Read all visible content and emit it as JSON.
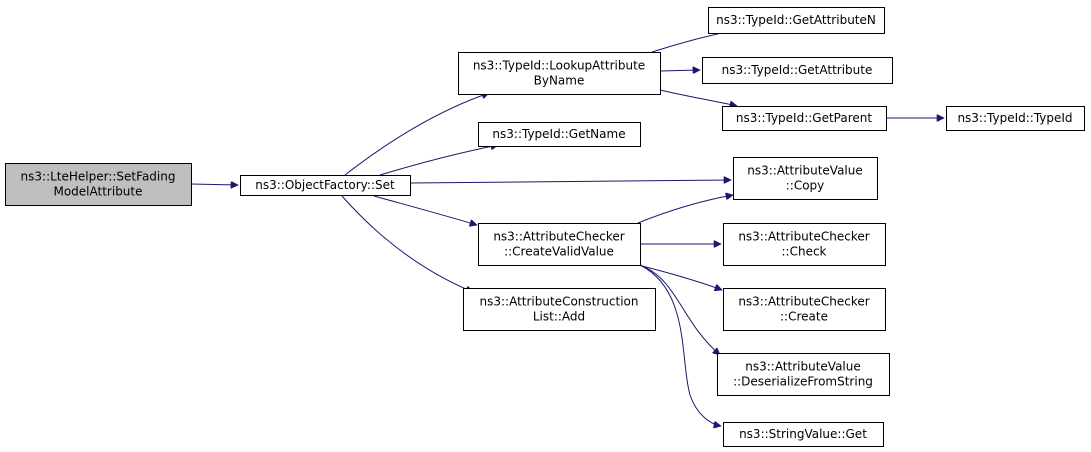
{
  "graph": {
    "nodes": [
      {
        "id": "lte",
        "lines": [
          "ns3::LteHelper::SetFading",
          "ModelAttribute"
        ],
        "root": true
      },
      {
        "id": "set",
        "lines": [
          "ns3::ObjectFactory::Set"
        ]
      },
      {
        "id": "lookup",
        "lines": [
          "ns3::TypeId::LookupAttribute",
          "ByName"
        ]
      },
      {
        "id": "getname",
        "lines": [
          "ns3::TypeId::GetName"
        ]
      },
      {
        "id": "createvalid",
        "lines": [
          "ns3::AttributeChecker",
          "::CreateValidValue"
        ]
      },
      {
        "id": "listadd",
        "lines": [
          "ns3::AttributeConstruction",
          "List::Add"
        ]
      },
      {
        "id": "getattrn",
        "lines": [
          "ns3::TypeId::GetAttributeN"
        ]
      },
      {
        "id": "getattr",
        "lines": [
          "ns3::TypeId::GetAttribute"
        ]
      },
      {
        "id": "getparent",
        "lines": [
          "ns3::TypeId::GetParent"
        ]
      },
      {
        "id": "typeid",
        "lines": [
          "ns3::TypeId::TypeId"
        ]
      },
      {
        "id": "copy",
        "lines": [
          "ns3::AttributeValue",
          "::Copy"
        ]
      },
      {
        "id": "check",
        "lines": [
          "ns3::AttributeChecker",
          "::Check"
        ]
      },
      {
        "id": "create",
        "lines": [
          "ns3::AttributeChecker",
          "::Create"
        ]
      },
      {
        "id": "deser",
        "lines": [
          "ns3::AttributeValue",
          "::DeserializeFromString"
        ]
      },
      {
        "id": "strget",
        "lines": [
          "ns3::StringValue::Get"
        ]
      }
    ],
    "edges": [
      {
        "from": "lte",
        "to": "set"
      },
      {
        "from": "set",
        "to": "lookup"
      },
      {
        "from": "set",
        "to": "getname"
      },
      {
        "from": "set",
        "to": "copy"
      },
      {
        "from": "set",
        "to": "createvalid"
      },
      {
        "from": "set",
        "to": "listadd"
      },
      {
        "from": "lookup",
        "to": "getattrn"
      },
      {
        "from": "lookup",
        "to": "getattr"
      },
      {
        "from": "lookup",
        "to": "getparent"
      },
      {
        "from": "getparent",
        "to": "typeid"
      },
      {
        "from": "createvalid",
        "to": "copy"
      },
      {
        "from": "createvalid",
        "to": "check"
      },
      {
        "from": "createvalid",
        "to": "create"
      },
      {
        "from": "createvalid",
        "to": "deser"
      },
      {
        "from": "createvalid",
        "to": "strget"
      }
    ],
    "colors": {
      "edge": "#191970",
      "root_fill": "#bfbfbf",
      "node_fill": "#ffffff",
      "border": "#000000"
    }
  }
}
